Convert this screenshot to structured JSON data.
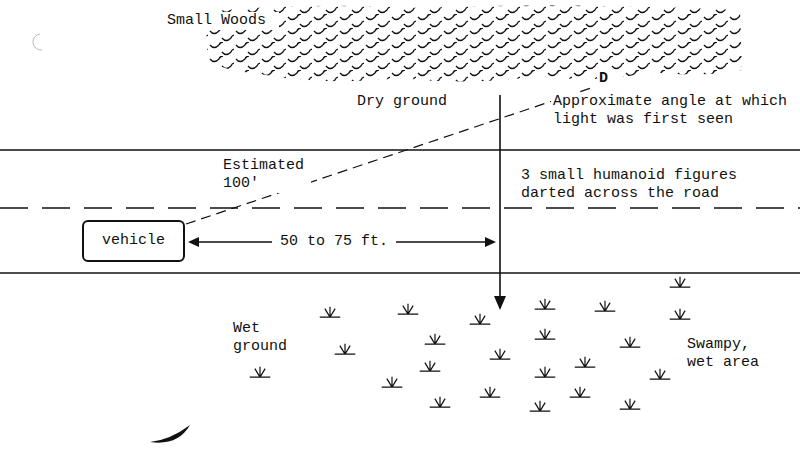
{
  "diagram": {
    "nodes": [
      {
        "text": [
          "vehicle"
        ]
      }
    ],
    "labels": [
      "Small Woods",
      "Dry ground",
      "Approximate angle at which light was first seen",
      "D",
      "Estimated 100'",
      "3 small humanoid figures darted across the road",
      "50 to 75 ft.",
      "Wet ground",
      "Swampy, wet area"
    ]
  }
}
